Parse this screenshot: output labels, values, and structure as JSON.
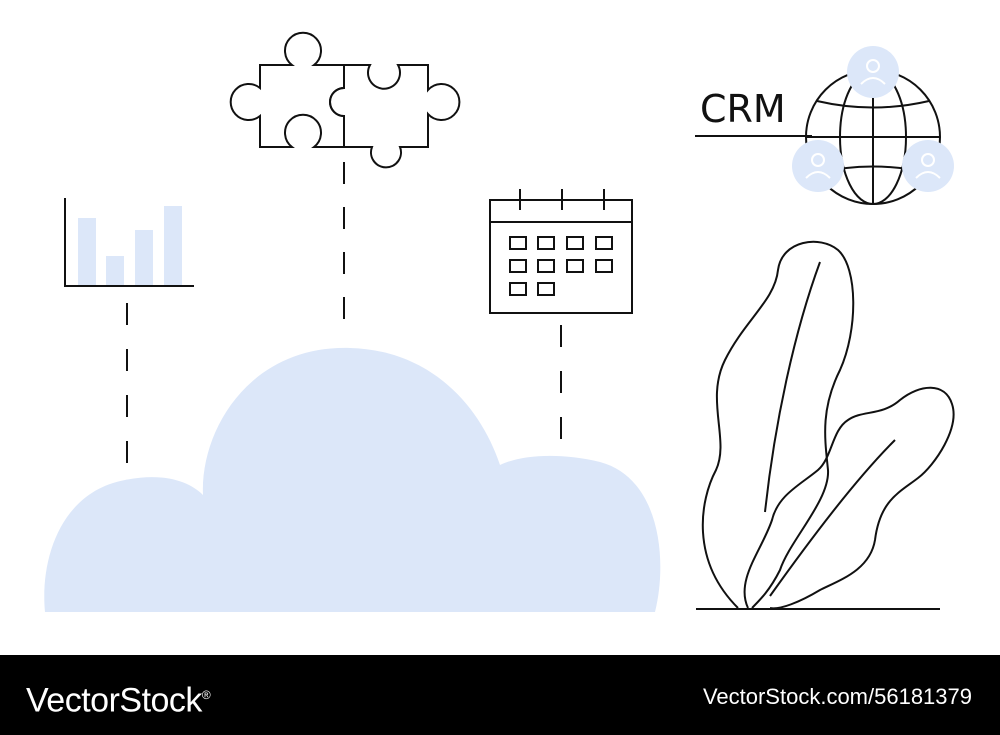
{
  "illustration": {
    "crm_label": "CRM",
    "colors": {
      "accent": "#dce7f9",
      "stroke": "#111111",
      "background": "#ffffff"
    },
    "icons": [
      "bar-chart-icon",
      "puzzle-icon",
      "calendar-icon",
      "globe-icon",
      "user-icon",
      "cloud-icon",
      "plant-icon"
    ]
  },
  "footer": {
    "brand": "VectorStock",
    "brand_mark": "®",
    "stock_id": "VectorStock.com/56181379",
    "background": "#000000"
  }
}
